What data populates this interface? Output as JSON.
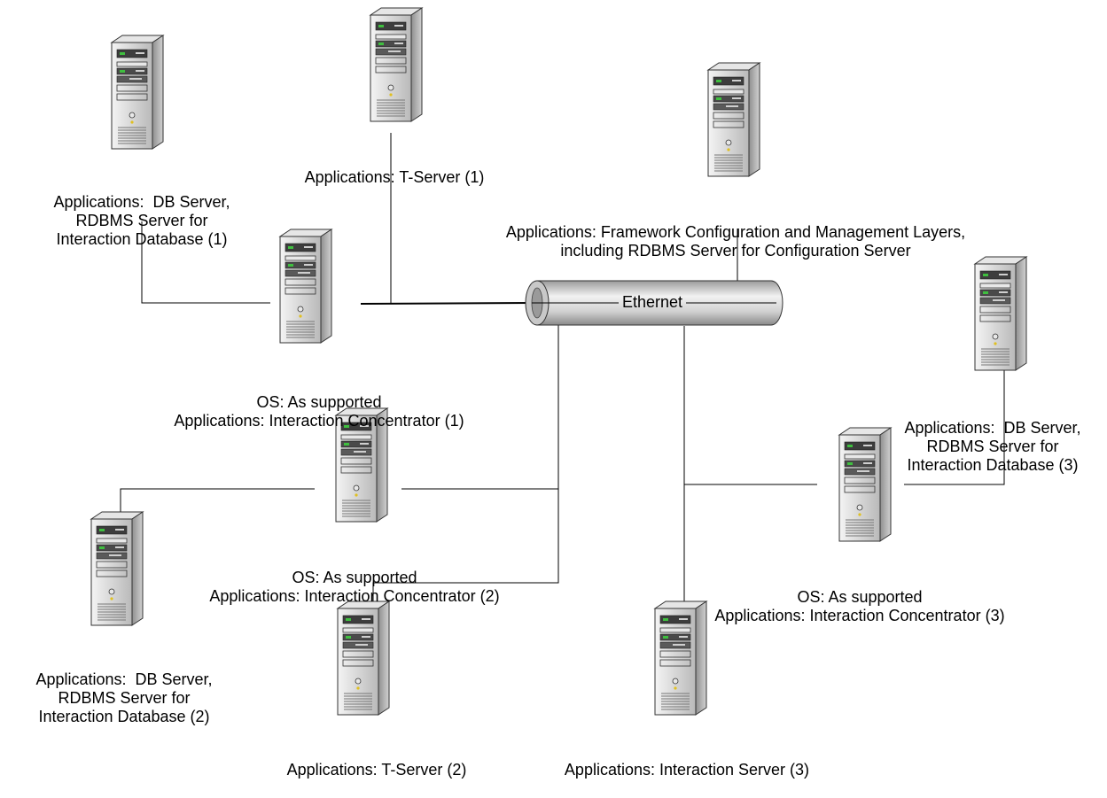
{
  "network": {
    "label": "Ethernet"
  },
  "servers": [
    {
      "id": "db1",
      "lines": [
        "Applications:  DB Server,",
        "RDBMS Server for",
        "Interaction Database (1)"
      ]
    },
    {
      "id": "ts1",
      "lines": [
        "Applications: T-Server (1)"
      ]
    },
    {
      "id": "fw",
      "lines": [
        "Applications: Framework Configuration and Management Layers,",
        "including RDBMS Server for Configuration Server"
      ]
    },
    {
      "id": "ic1",
      "lines": [
        "OS: As supported",
        "Applications: Interaction Concentrator (1)"
      ]
    },
    {
      "id": "db3",
      "lines": [
        "Applications:  DB Server,",
        "RDBMS Server for",
        "Interaction Database (3)"
      ]
    },
    {
      "id": "ic2",
      "lines": [
        "OS: As supported",
        "Applications: Interaction Concentrator (2)"
      ]
    },
    {
      "id": "ic3",
      "lines": [
        "OS: As supported",
        "Applications: Interaction Concentrator (3)"
      ]
    },
    {
      "id": "db2",
      "lines": [
        "Applications:  DB Server,",
        "RDBMS Server for",
        "Interaction Database (2)"
      ]
    },
    {
      "id": "ts2",
      "lines": [
        "Applications: T-Server (2)"
      ]
    },
    {
      "id": "is3",
      "lines": [
        "Applications: Interaction Server (3)"
      ]
    }
  ]
}
